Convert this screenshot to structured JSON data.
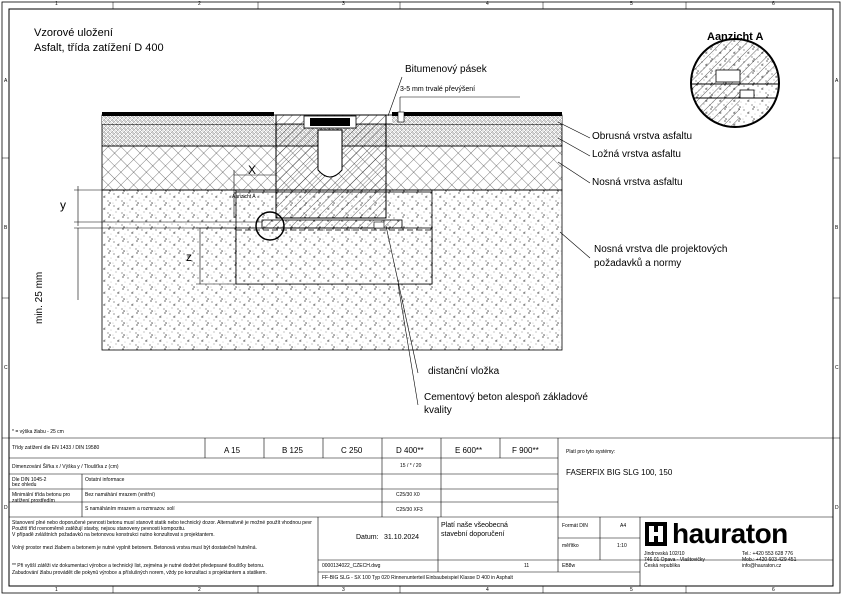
{
  "grid": {
    "cols": [
      "1",
      "2",
      "3",
      "4",
      "5",
      "6"
    ],
    "rows": [
      "A",
      "B",
      "C",
      "D"
    ]
  },
  "title": {
    "line1": "Vzorové uložení",
    "line2": "Asfalt, třída zatížení D 400"
  },
  "detail_title": "Aanzicht A",
  "labels": {
    "bitumen_strip": "Bitumenový pásek",
    "overlap": "3-5 mm trvalé převýšení",
    "wearing_course": "Obrusná vrstva asfaltu",
    "binder_course": "Ložná vrstva asfaltu",
    "base_course": "Nosná vrstva asfaltu",
    "subbase_line1": "Nosná vrstva dle projektových",
    "subbase_line2": "požadavků a normy",
    "spacer": "distanční vložka",
    "concrete_line1": "Cementový beton alespoň základové",
    "concrete_line2": "kvality",
    "aanzicht_small": "Aanzicht A",
    "dim_x": "X",
    "dim_y": "y",
    "dim_z": "z",
    "dim_min": "min. 25 mm",
    "footnote": "* = výška žlabu - 25 cm"
  },
  "table": {
    "class_header": "Třídy zatížení dle EN 1433 / DIN 19580",
    "classes": [
      "A 15",
      "B 125",
      "C 250",
      "D 400**",
      "E 600**",
      "F 900**"
    ],
    "applies_to": "Platí pro tyto systémy:",
    "system": "FASERFIX BIG SLG  100, 150",
    "row_dims": "Dimenzování  Šířka x / Výška y / Tloušťka z (cm)",
    "dims_value": "15 / * / 20",
    "row_rc_a": "Dle DIN 1045-2",
    "row_rc_b": "bez ohledu",
    "row_rc_note": "Ostatní informace",
    "row_exp_a": "Minimální třída betonu pro",
    "row_exp_b": "zatížení prostředím",
    "row_frost": "Bez namáhání mrazem (vnitřní)",
    "row_frost2": "S namáháním mrazem a rozmrazov. solí",
    "c1": "C25/30 X0",
    "c2": "C25/30 XF3",
    "note1": "Stanovení plné nebo doporučené pevnosti betonu musí stanovit statik nebo technický dozor. Alternativně je možné použít vhodnou pevnost",
    "note2": "Použití tříd rovnoměrně zatěžují stavby, nejsou stanoveny pevnosti kompozitu.",
    "note3": "V případě zvláštních požadavků na betonovou konstrukci nutno konzultovat s projektantem.",
    "note4": "Volný prostor mezi žlabem a betonem je nutné vyplnit betonem. Betonová vrstva musí být dostatečně hutněná.",
    "note5": "** Při vyšší zátěži viz dokumentaci výrobce a technický list, zejména je nutné dodržet předepsané tloušťky betonu.",
    "note6": "Zabudování žlabu provádět dle pokynů výrobce a příslušných norem, vždy po konzultaci s projektantem a statikem.",
    "valid_line1": "Platí naše všeobecná",
    "valid_line2": "stavební doporučení",
    "date_label": "Datum:",
    "date": "31.10.2024",
    "file_no": "0000134022_CZECH.dwg",
    "file_col": "11",
    "author": "EB8w",
    "format_label": "Formát DIN",
    "format": "A4",
    "scale_label": "měřítko",
    "scale": "1:10",
    "drawing_title": "FF-BIG SLG - SX 100 Typ 020 Rinnenunterteil Einbaubeispiel Klasse D 400 in Asphalt",
    "brand": "hauraton",
    "addr1": "Jindrovská 102/10",
    "addr2": "746 01 Opava - Vlaštovičky",
    "addr3": "Česká republika",
    "tel": "Tel.: +420 553 628 776",
    "mob": "Mob.: +420 603 429 451",
    "mail": "info@hauraton.cz"
  }
}
